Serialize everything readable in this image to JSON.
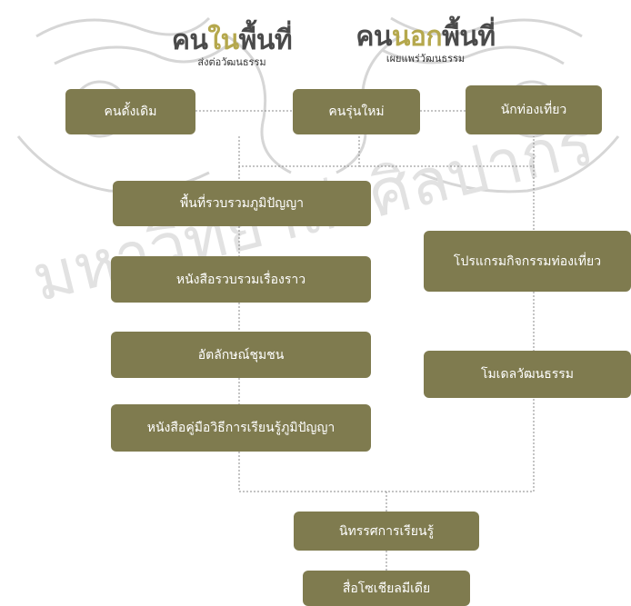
{
  "colors": {
    "box": "#7f7b4f",
    "title": "#4a4a4a",
    "accent": "#b5a84d",
    "connector": "#888888",
    "watermark": "#d6d6d6"
  },
  "watermark": {
    "university_text": "มหาวิทยาลัยศิลปากร"
  },
  "headers": {
    "insider": {
      "pre": "คน",
      "accent": "ใน",
      "post": "พื้นที่",
      "subtitle": "ส่งต่อวัฒนธรรม"
    },
    "outsider": {
      "pre": "คน",
      "accent": "นอก",
      "post": "พื้นที่",
      "subtitle": "เผยแพร่วัฒนธรรม"
    }
  },
  "boxes": {
    "original_people": "คนดั้งเดิม",
    "new_generation": "คนรุ่นใหม่",
    "tourists": "นักท่องเที่ยว",
    "wisdom_space": "พื้นที่รวบรวมภูมิปัญญา",
    "story_book": "หนังสือรวบรวมเรื่องราว",
    "community_identity": "อัตลักษณ์ชุมชน",
    "learning_handbook": "หนังสือคู่มือวิธีการเรียนรู้ภูมิปัญญา",
    "tour_program": "โปรแกรมกิจกรรมท่องเที่ยว",
    "culture_model": "โมเดลวัฒนธรรม",
    "learning_exhibition": "นิทรรศการเรียนรู้",
    "social_media": "สื่อโซเชียลมีเดีย"
  }
}
